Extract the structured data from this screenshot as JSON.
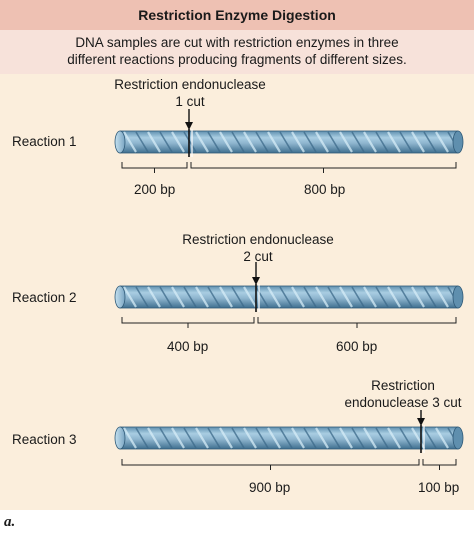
{
  "title": "Restriction Enzyme Digestion",
  "description": [
    "DNA samples are cut with restriction enzymes in three",
    "different reactions producing fragments of different sizes."
  ],
  "reactions": [
    {
      "label": "Reaction 1",
      "enzyme": [
        "Restriction endonuclease",
        "1 cut"
      ],
      "fragments": [
        "200 bp",
        "800 bp"
      ]
    },
    {
      "label": "Reaction 2",
      "enzyme": [
        "Restriction endonuclease",
        "2 cut"
      ],
      "fragments": [
        "400 bp",
        "600 bp"
      ]
    },
    {
      "label": "Reaction 3",
      "enzyme": [
        "Restriction",
        "endonuclease 3 cut"
      ],
      "fragments": [
        "900 bp",
        "100 bp"
      ]
    }
  ],
  "caption": "a.",
  "colors": {
    "title_band": "#eec1b3",
    "desc_band": "#f7e2da",
    "panel": "#fbeedc",
    "dna": "#8fb6cf"
  }
}
